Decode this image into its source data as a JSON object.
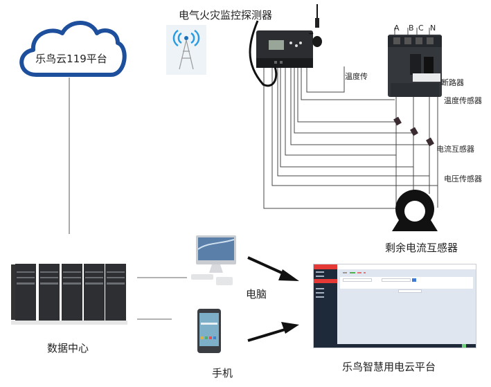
{
  "diagram": {
    "cloud": {
      "label": "乐鸟云119平台",
      "icon": "cloud-icon",
      "color": "#1e4f9c"
    },
    "detector": {
      "title": "电气火灾监控探测器",
      "icon": "fire-detector-device-icon",
      "antenna_icon": "antenna-icon"
    },
    "wireless_tower": {
      "icon": "wireless-tower-icon"
    },
    "breaker": {
      "label": "断路器",
      "phases": [
        "A",
        "B",
        "C",
        "N"
      ],
      "icon": "circuit-breaker-icon"
    },
    "sensors": {
      "temperature_partial": "温度传",
      "temperature": "温度传感器",
      "current_transformer": "电流互感器",
      "voltage": "电压传感器",
      "residual_current": "剩余电流互感器"
    },
    "data_center": {
      "label": "数据中心",
      "icon": "server-rack-icon"
    },
    "computer": {
      "label": "电脑",
      "icon": "desktop-computer-icon"
    },
    "phone": {
      "label": "手机",
      "icon": "smartphone-icon"
    },
    "platform": {
      "label": "乐鸟智慧用电云平台",
      "icon": "platform-screenshot",
      "accent": "#e53935",
      "sidebar": "#1e2a3a"
    }
  }
}
